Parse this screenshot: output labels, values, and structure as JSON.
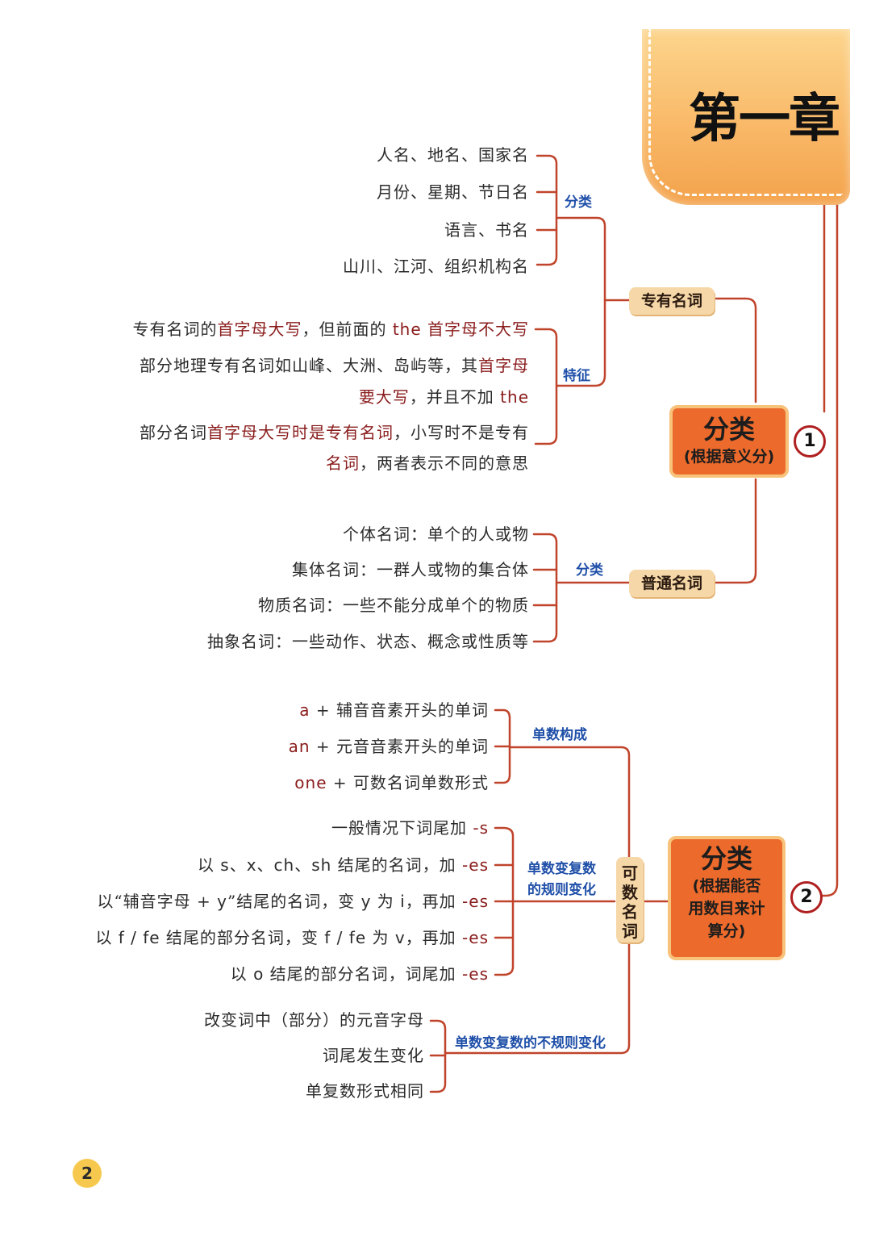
{
  "chapter_title": "第一章",
  "page_number": "2",
  "colors": {
    "line": "#c0442b",
    "box": "#ec6a2b",
    "pill": "#f6d8a8",
    "label": "#1f4fa8",
    "highlight": "#8a1c1c"
  },
  "section1": {
    "number": "1",
    "title": "分类",
    "subtitle": "(根据意义分)",
    "proper": {
      "label": "专有名词",
      "classify_label": "分类",
      "classify_items": [
        "人名、地名、国家名",
        "月份、星期、节日名",
        "语言、书名",
        "山川、江河、组织机构名"
      ],
      "feature_label": "特征",
      "feature_items": [
        {
          "parts": [
            {
              "t": "专有名词的"
            },
            {
              "t": "首字母大写",
              "hl": true
            },
            {
              "t": "，但前面的 "
            },
            {
              "t": "the",
              "hl": true,
              "en": true
            },
            {
              "t": " 首字母不大写",
              "hl": true
            }
          ]
        },
        {
          "parts": [
            {
              "t": "部分地理专有名词如山峰、大洲、岛屿等，其"
            },
            {
              "t": "首字母",
              "hl": true
            }
          ]
        },
        {
          "parts": [
            {
              "t": "要大写",
              "hl": true
            },
            {
              "t": "，并且不加 "
            },
            {
              "t": "the",
              "hl": true,
              "en": true
            }
          ]
        },
        {
          "parts": [
            {
              "t": "部分名词"
            },
            {
              "t": "首字母大写时是专有名词",
              "hl": true
            },
            {
              "t": "，小写时不是专有"
            }
          ]
        },
        {
          "parts": [
            {
              "t": "名词",
              "hl": true
            },
            {
              "t": "，两者表示不同的意思"
            }
          ]
        }
      ]
    },
    "common": {
      "label": "普通名词",
      "classify_label": "分类",
      "items": [
        {
          "parts": [
            {
              "t": "个体名词：单个的人或物"
            }
          ]
        },
        {
          "parts": [
            {
              "t": "集体名词：一群人或物的集合体"
            }
          ]
        },
        {
          "parts": [
            {
              "t": "物质名词：一些不能分成单个的物质"
            }
          ]
        },
        {
          "parts": [
            {
              "t": "抽象名词：一些动作、状态、概念或性质等"
            }
          ]
        }
      ]
    }
  },
  "section2": {
    "number": "2",
    "title": "分类",
    "subtitle_lines": [
      "(根据能否",
      "用数目来计",
      "算分)"
    ],
    "countable_label": "可数名词",
    "singular": {
      "label": "单数构成",
      "items": [
        {
          "parts": [
            {
              "t": "a",
              "hl": true,
              "en": true
            },
            {
              "t": " + 辅音音素开头的单词"
            }
          ]
        },
        {
          "parts": [
            {
              "t": "an",
              "hl": true,
              "en": true
            },
            {
              "t": " + 元音音素开头的单词"
            }
          ]
        },
        {
          "parts": [
            {
              "t": "one",
              "hl": true,
              "en": true
            },
            {
              "t": " + 可数名词单数形式"
            }
          ]
        }
      ]
    },
    "regular": {
      "label_lines": [
        "单数变复数",
        "的规则变化"
      ],
      "items": [
        {
          "parts": [
            {
              "t": "一般情况下词尾加 "
            },
            {
              "t": "-s",
              "hl": true,
              "en": true
            }
          ]
        },
        {
          "parts": [
            {
              "t": "以 "
            },
            {
              "t": "s、x、ch、sh",
              "en": true
            },
            {
              "t": " 结尾的名词，加 "
            },
            {
              "t": "-es",
              "hl": true,
              "en": true
            }
          ]
        },
        {
          "parts": [
            {
              "t": "以“辅音字母 + "
            },
            {
              "t": "y",
              "en": true
            },
            {
              "t": "”结尾的名词，变 "
            },
            {
              "t": "y",
              "en": true
            },
            {
              "t": " 为 "
            },
            {
              "t": "i",
              "en": true
            },
            {
              "t": "，再加 "
            },
            {
              "t": "-es",
              "hl": true,
              "en": true
            }
          ]
        },
        {
          "parts": [
            {
              "t": "以 "
            },
            {
              "t": "f / fe",
              "en": true
            },
            {
              "t": " 结尾的部分名词，变 "
            },
            {
              "t": "f / fe",
              "en": true
            },
            {
              "t": " 为 "
            },
            {
              "t": "v",
              "en": true
            },
            {
              "t": "，再加 "
            },
            {
              "t": "-es",
              "hl": true,
              "en": true
            }
          ]
        },
        {
          "parts": [
            {
              "t": "以 "
            },
            {
              "t": "o",
              "en": true
            },
            {
              "t": " 结尾的部分名词，词尾加 "
            },
            {
              "t": "-es",
              "hl": true,
              "en": true
            }
          ]
        }
      ]
    },
    "irregular": {
      "label": "单数变复数的不规则变化",
      "items": [
        {
          "parts": [
            {
              "t": "改变词中（部分）的元音字母"
            }
          ]
        },
        {
          "parts": [
            {
              "t": "词尾发生变化"
            }
          ]
        },
        {
          "parts": [
            {
              "t": "单复数形式相同"
            }
          ]
        }
      ]
    }
  }
}
